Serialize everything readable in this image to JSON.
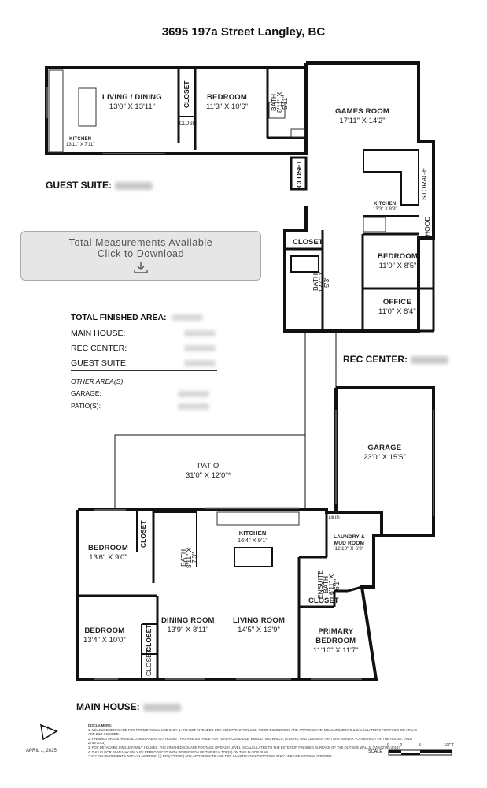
{
  "title": "3695 197a Street Langley, BC",
  "download": {
    "line1": "Total Measurements Available",
    "line2": "Click to Download"
  },
  "areas": {
    "total_label": "TOTAL FINISHED AREA:",
    "main_house_label": "MAIN HOUSE:",
    "rec_center_label": "REC CENTER:",
    "guest_suite_label": "GUEST SUITE:",
    "other_heading": "OTHER AREA(S)",
    "garage_label": "GARAGE:",
    "patio_label": "PATIO(S):"
  },
  "sections": {
    "guest_suite": "GUEST SUITE:",
    "rec_center": "REC CENTER:",
    "main_house": "MAIN HOUSE:"
  },
  "rooms": {
    "living_dining": {
      "name": "LIVING / DINING",
      "dims": "13'0\" X 13'11\""
    },
    "guest_kitchen": {
      "name": "KITCHEN",
      "dims": "13'11\" X 7'11\""
    },
    "guest_bedroom": {
      "name": "BEDROOM",
      "dims": "11'3\" X 10'6\""
    },
    "guest_bath": {
      "name": "BATH",
      "dims": "8'11\" X 5'11\""
    },
    "games_room": {
      "name": "GAMES ROOM",
      "dims": "17'11\" X 14'2\""
    },
    "rec_kitchen": {
      "name": "KITCHEN",
      "dims": "13'3\" X 8'9\""
    },
    "storage": {
      "name": "STORAGE"
    },
    "rec_bath": {
      "name": "BATH",
      "dims": "12'4\" X 5'3\""
    },
    "rec_bedroom": {
      "name": "BEDROOM",
      "dims": "11'0\" X 8'5\""
    },
    "office": {
      "name": "OFFICE",
      "dims": "11'0\" X 6'4\""
    },
    "garage": {
      "name": "GARAGE",
      "dims": "23'0\" X 15'5\""
    },
    "patio": {
      "name": "PATIO",
      "dims": "31'0\" X 12'0\"*"
    },
    "kitchen": {
      "name": "KITCHEN",
      "dims": "16'4\" X 9'1\""
    },
    "laundry": {
      "name": "LAUNDRY &",
      "name2": "MUD ROOM",
      "dims": "12'10\" X 6'3\""
    },
    "bedroom1": {
      "name": "BEDROOM",
      "dims": "13'6\" X 9'0\""
    },
    "main_bath": {
      "name": "BATH",
      "dims": "8'11\" X 7'3\""
    },
    "ensuite": {
      "name": "ENSUITE BATH",
      "dims": "6'11\" X 6'1\""
    },
    "dining": {
      "name": "DINING ROOM",
      "dims": "13'9\" X 8'11\""
    },
    "living": {
      "name": "LIVING ROOM",
      "dims": "14'5\" X 13'9\""
    },
    "bedroom2": {
      "name": "BEDROOM",
      "dims": "13'4\" X 10'0\""
    },
    "primary": {
      "name": "PRIMARY",
      "name2": "BEDROOM",
      "dims": "11'10\" X 11'7\""
    }
  },
  "closet": "CLOSET",
  "hood_label": "HOOD",
  "mud_label": "MUD",
  "disclaimers": {
    "heading": "DISCLAIMERS:",
    "items": [
      "1. MEASUREMENTS ARE FOR PROMOTIONAL USE ONLY & ARE NOT INTENDED FOR CONSTRUCTION USE. ROOM DIMENSIONS ARE APPROXIMATE. MEASUREMENTS & CALCULATIONS FOR FINISHED AREAS ARE E&O INSURED.",
      "2. FINISHED AREAS ARE ENCLOSED AREAS IN A HOUSE THAT ARE SUITABLE FOR YEAR-ROUND USE, EMBODYING WALLS, FLOORS, AND CEILINGS THAT ARE SIMILAR TO THE REST OF THE HOUSE. (ANSI Z765-2013)",
      "3. FOR DETACHED SINGLE FAMILY HOUSES, THE FINISHED SQUARE FOOTAGE OF EACH LEVEL IS CALCULATED TO THE EXTERIOR FINISHED SURFACE OF THE OUTSIDE WALLS. (ANSI Z765-2013)",
      "4. THIS FLOOR PLAN MAY ONLY BE REPRODUCED WITH PERMISSION OF THE REALTOR(S) ON THIS FLOOR PLAN.",
      "* ANY MEASUREMENTS WITH AN ASTERISK (*) OR (APPROX) ARE APPROXIMATE AND FOR ILLUSTRATION PURPOSES ONLY AND ARE NOT E&O INSURED."
    ]
  },
  "date": "APRIL 1, 2025",
  "scale": {
    "label": "SCALE",
    "ticks": [
      "0",
      "2",
      "5",
      "10FT"
    ]
  },
  "north": "N"
}
